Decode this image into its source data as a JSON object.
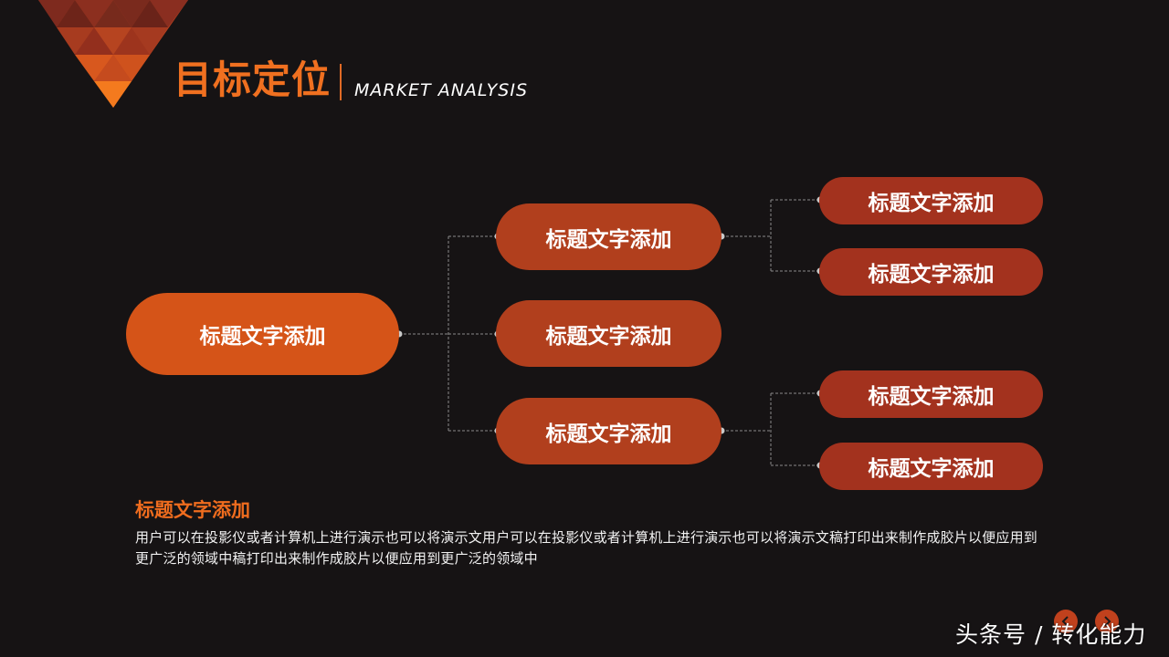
{
  "header": {
    "title": "目标定位",
    "subtitle": "MARKET ANALYSIS"
  },
  "diagram": {
    "root": {
      "label": "标题文字添加"
    },
    "branches": [
      {
        "label": "标题文字添加",
        "children": [
          {
            "label": "标题文字添加"
          },
          {
            "label": "标题文字添加"
          }
        ]
      },
      {
        "label": "标题文字添加",
        "children": []
      },
      {
        "label": "标题文字添加",
        "children": [
          {
            "label": "标题文字添加"
          },
          {
            "label": "标题文字添加"
          }
        ]
      }
    ]
  },
  "description": {
    "heading": "标题文字添加",
    "body": "用户可以在投影仪或者计算机上进行演示也可以将演示文用户可以在投影仪或者计算机上进行演示也可以将演示文稿打印出来制作成胶片以便应用到更广泛的领域中稿打印出来制作成胶片以便应用到更广泛的领域中"
  },
  "controls": {
    "prev_icon": "chevron-left-icon",
    "next_icon": "chevron-right-icon"
  },
  "watermark": "头条号 / 转化能力",
  "colors": {
    "background": "#161314",
    "accent": "#f07020",
    "root_node": "#d55418",
    "mid_node": "#b13f1d",
    "leaf_node": "#a3321e"
  }
}
